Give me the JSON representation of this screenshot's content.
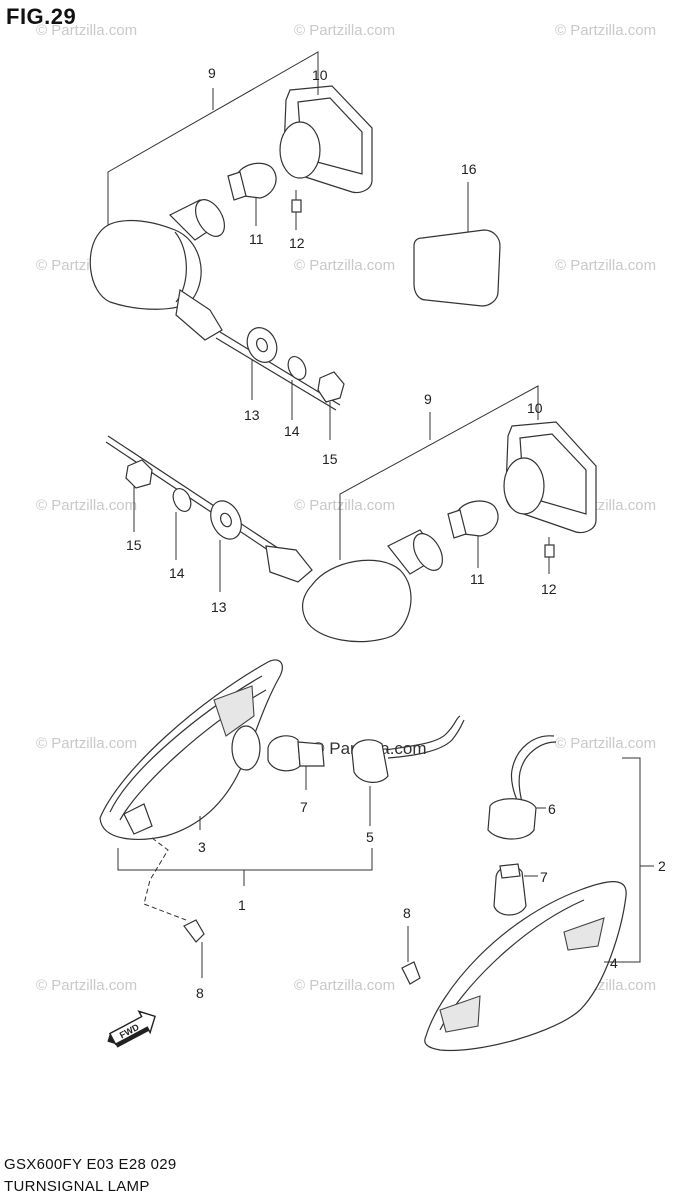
{
  "figure": {
    "title": "FIG.29",
    "model_code": "GSX600FY E03 E28  029",
    "name": "TURNSIGNAL LAMP"
  },
  "watermark": {
    "text": "© Partzilla.com",
    "center_text": "© Partzilla.com"
  },
  "callouts": {
    "front_assembly": "9",
    "front_lens": "10",
    "front_bulb": "11",
    "front_screw": "12",
    "front_washer_a": "13",
    "front_washer_b": "14",
    "front_nut": "15",
    "lens_alt": "16",
    "rear_assembly": "9",
    "rear_lens": "10",
    "rear_bulb": "11",
    "rear_screw": "12",
    "rear_washer_a": "13",
    "rear_washer_b": "14",
    "rear_nut": "15",
    "side_lamp_assy": "1",
    "side_lamp_assy_r": "2",
    "side_lamp_housing": "3",
    "side_lamp_socket": "5",
    "side_lamp_socket_r": "6",
    "side_lamp_bulb": "7",
    "side_lamp_bulb_r": "7",
    "side_lamp_screw": "8",
    "side_lamp_screw_r": "8",
    "side_lamp_lens_r": "4"
  },
  "fwd_label": "FWD"
}
